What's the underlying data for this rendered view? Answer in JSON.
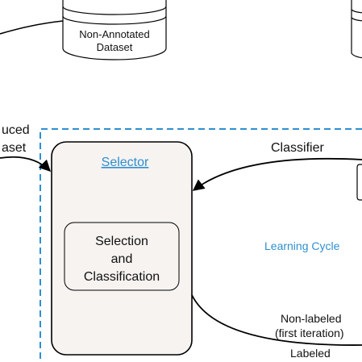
{
  "diagram": {
    "colors": {
      "accent_blue": "#2f8fd0",
      "box_fill": "#f6f3f1",
      "stroke": "#000000"
    },
    "database_top": {
      "label_line1": "Non-Annotated",
      "label_line2": "Dataset"
    },
    "left_fragment": {
      "line1": "uced",
      "line2": "aset"
    },
    "selector": {
      "title": "Selector",
      "process_line1": "Selection",
      "process_line2": "and",
      "process_line3": "Classification"
    },
    "cycle": {
      "label": "Learning Cycle"
    },
    "edges": {
      "classifier": "Classifier",
      "non_labeled_line1": "Non-labeled",
      "non_labeled_line2": "(first iteration)",
      "labeled": "Labeled"
    }
  }
}
